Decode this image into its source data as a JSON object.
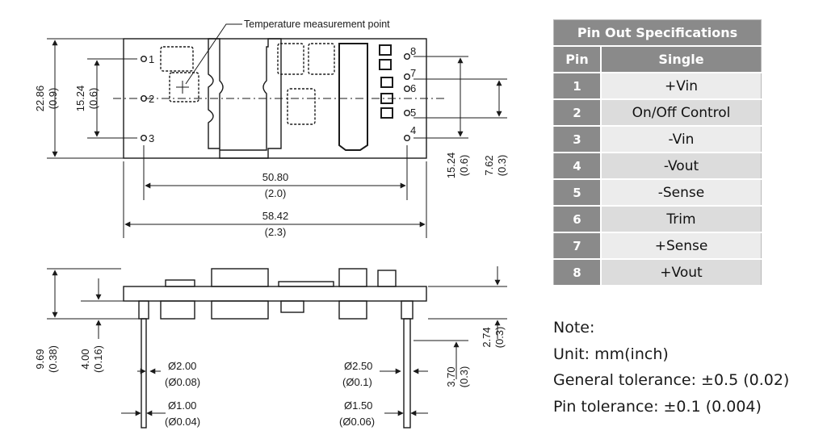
{
  "callout": {
    "temperature_point": "Temperature measurement point"
  },
  "pin_markers": [
    "1",
    "2",
    "3",
    "4",
    "5",
    "6",
    "7",
    "8"
  ],
  "top_view_dimensions": {
    "height_mm": "22.86",
    "height_in": "(0.9)",
    "pin_span_mm": "15.24",
    "pin_span_in": "(0.6)",
    "pitch_mm": "50.80",
    "pitch_in": "(2.0)",
    "length_mm": "58.42",
    "length_in": "(2.3)",
    "right_span_mm": "15.24",
    "right_span_in": "(0.6)",
    "right_half_mm": "7.62",
    "right_half_in": "(0.3)"
  },
  "side_view_dimensions": {
    "total_height_mm": "9.69",
    "total_height_in": "(0.38)",
    "board_height_mm": "4.00",
    "board_height_in": "(0.16)",
    "shoulder_left_mm": "Ø2.00",
    "shoulder_left_in": "(Ø0.08)",
    "pin_left_mm": "Ø1.00",
    "pin_left_in": "(Ø0.04)",
    "shoulder_right_mm": "Ø2.50",
    "shoulder_right_in": "(Ø0.1)",
    "pin_right_mm": "Ø1.50",
    "pin_right_in": "(Ø0.06)",
    "top_gap_mm": "2.74",
    "top_gap_in": "(0.3)",
    "pin_len_mm": "3.70",
    "pin_len_in": "(0.3)"
  },
  "pin_table": {
    "title": "Pin Out Specifications",
    "col_pin": "Pin",
    "col_single": "Single",
    "rows": [
      {
        "pin": "1",
        "function": "+Vin"
      },
      {
        "pin": "2",
        "function": "On/Off Control"
      },
      {
        "pin": "3",
        "function": "-Vin"
      },
      {
        "pin": "4",
        "function": "-Vout"
      },
      {
        "pin": "5",
        "function": "-Sense"
      },
      {
        "pin": "6",
        "function": "Trim"
      },
      {
        "pin": "7",
        "function": "+Sense"
      },
      {
        "pin": "8",
        "function": "+Vout"
      }
    ]
  },
  "notes": {
    "heading": "Note:",
    "unit": "Unit: mm(inch)",
    "general": "General tolerance: ±0.5 (0.02)",
    "pin": "Pin tolerance: ±0.1 (0.004)"
  },
  "colors": {
    "line": "#1a1a1a",
    "table_header": "#8a8a8a",
    "table_row_light": "#ececec",
    "table_row_dark": "#dcdcdc"
  }
}
